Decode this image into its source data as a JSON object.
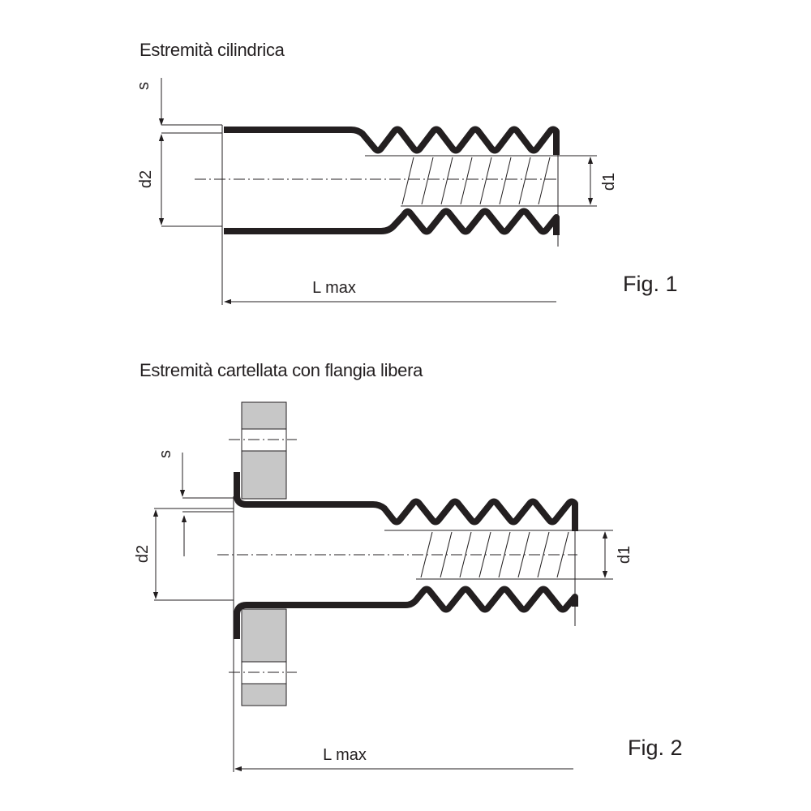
{
  "figure1": {
    "title": "Estremità cilindrica",
    "label_s": "s",
    "label_d2": "d2",
    "label_d1": "d1",
    "label_lmax": "L max",
    "caption": "Fig. 1"
  },
  "figure2": {
    "title": "Estremità cartellata con flangia libera",
    "label_s": "s",
    "label_d2": "d2",
    "label_d1": "d1",
    "label_lmax": "L max",
    "caption": "Fig. 2"
  }
}
